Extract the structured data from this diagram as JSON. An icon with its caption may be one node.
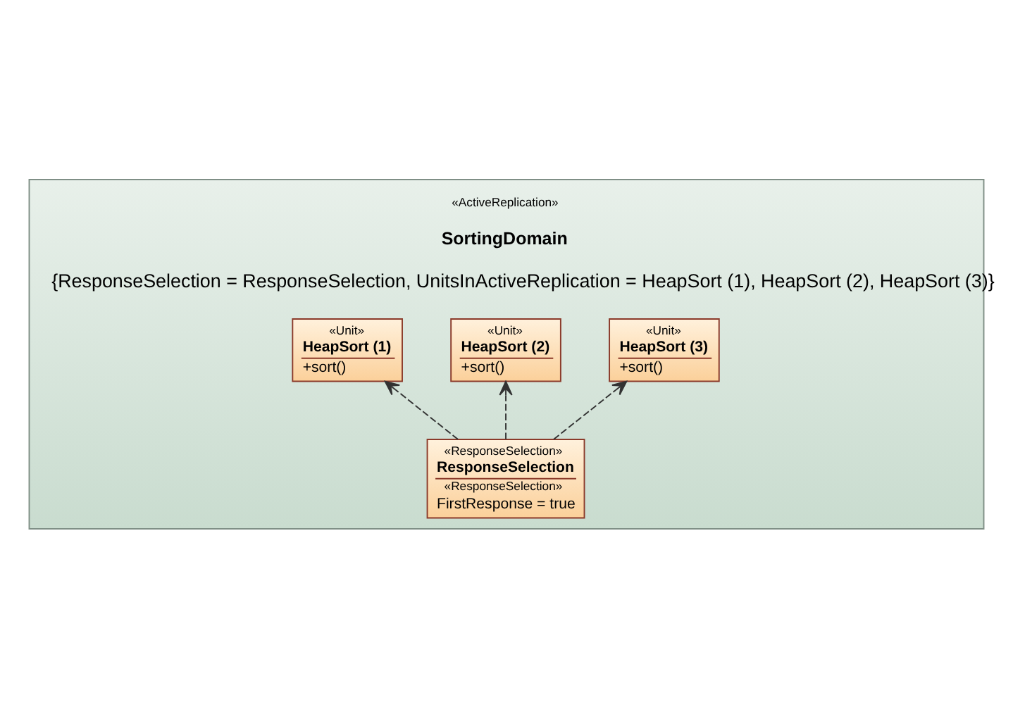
{
  "diagram": {
    "nodes": [
      {
        "text": [
          "«ActiveReplication»",
          "SortingDomain",
          "{ResponseSelection = ResponseSelection, UnitsInActiveReplication = HeapSort (1), HeapSort (2), HeapSort (3)}"
        ]
      },
      {
        "text": [
          "«Unit»",
          "HeapSort (1)",
          "+sort()"
        ],
        "in": 0
      },
      {
        "text": [
          "«Unit»",
          "HeapSort (2)",
          "+sort()"
        ],
        "in": 0
      },
      {
        "text": [
          "«Unit»",
          "HeapSort (3)",
          "+sort()"
        ],
        "in": 0
      },
      {
        "text": [
          "«ResponseSelection»",
          "ResponseSelection",
          "«ResponseSelection»",
          "FirstResponse = true"
        ],
        "in": 0
      }
    ],
    "edges": [
      {
        "from": 4,
        "to": 1,
        "arrow": "to",
        "style": "dashed"
      },
      {
        "from": 4,
        "to": 2,
        "arrow": "to",
        "style": "dashed"
      },
      {
        "from": 4,
        "to": 3,
        "arrow": "to",
        "style": "dashed"
      }
    ]
  }
}
